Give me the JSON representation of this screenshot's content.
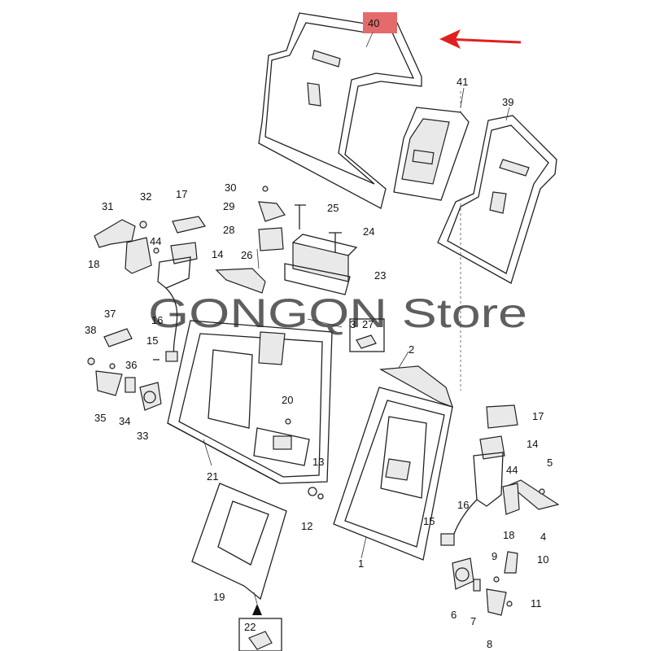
{
  "watermark": "GONGQN  Store",
  "highlight_color": "#e46b6b",
  "arrow_color": "#e02020",
  "callouts": [
    {
      "id": "c1",
      "label": "1"
    },
    {
      "id": "c2",
      "label": "2"
    },
    {
      "id": "c3",
      "label": "3"
    },
    {
      "id": "c4",
      "label": "4"
    },
    {
      "id": "c5",
      "label": "5"
    },
    {
      "id": "c6",
      "label": "6"
    },
    {
      "id": "c7",
      "label": "7"
    },
    {
      "id": "c8",
      "label": "8"
    },
    {
      "id": "c9",
      "label": "9"
    },
    {
      "id": "c10",
      "label": "10"
    },
    {
      "id": "c11",
      "label": "11"
    },
    {
      "id": "c12",
      "label": "12"
    },
    {
      "id": "c13",
      "label": "13"
    },
    {
      "id": "c14",
      "label": "14"
    },
    {
      "id": "c14b",
      "label": "14"
    },
    {
      "id": "c15",
      "label": "15"
    },
    {
      "id": "c15b",
      "label": "15"
    },
    {
      "id": "c16",
      "label": "16"
    },
    {
      "id": "c16b",
      "label": "16"
    },
    {
      "id": "c17",
      "label": "17"
    },
    {
      "id": "c17b",
      "label": "17"
    },
    {
      "id": "c18",
      "label": "18"
    },
    {
      "id": "c18b",
      "label": "18"
    },
    {
      "id": "c19",
      "label": "19"
    },
    {
      "id": "c20",
      "label": "20"
    },
    {
      "id": "c21",
      "label": "21"
    },
    {
      "id": "c22",
      "label": "22"
    },
    {
      "id": "c23",
      "label": "23"
    },
    {
      "id": "c24",
      "label": "24"
    },
    {
      "id": "c25",
      "label": "25"
    },
    {
      "id": "c26",
      "label": "26"
    },
    {
      "id": "c27",
      "label": "27"
    },
    {
      "id": "c28",
      "label": "28"
    },
    {
      "id": "c29",
      "label": "29"
    },
    {
      "id": "c30",
      "label": "30"
    },
    {
      "id": "c31",
      "label": "31"
    },
    {
      "id": "c32",
      "label": "32"
    },
    {
      "id": "c33",
      "label": "33"
    },
    {
      "id": "c34",
      "label": "34"
    },
    {
      "id": "c35",
      "label": "35"
    },
    {
      "id": "c36",
      "label": "36"
    },
    {
      "id": "c37",
      "label": "37"
    },
    {
      "id": "c38",
      "label": "38"
    },
    {
      "id": "c39",
      "label": "39"
    },
    {
      "id": "c40",
      "label": "40"
    },
    {
      "id": "c41",
      "label": "41"
    },
    {
      "id": "c44",
      "label": "44"
    },
    {
      "id": "c44b",
      "label": "44"
    }
  ]
}
